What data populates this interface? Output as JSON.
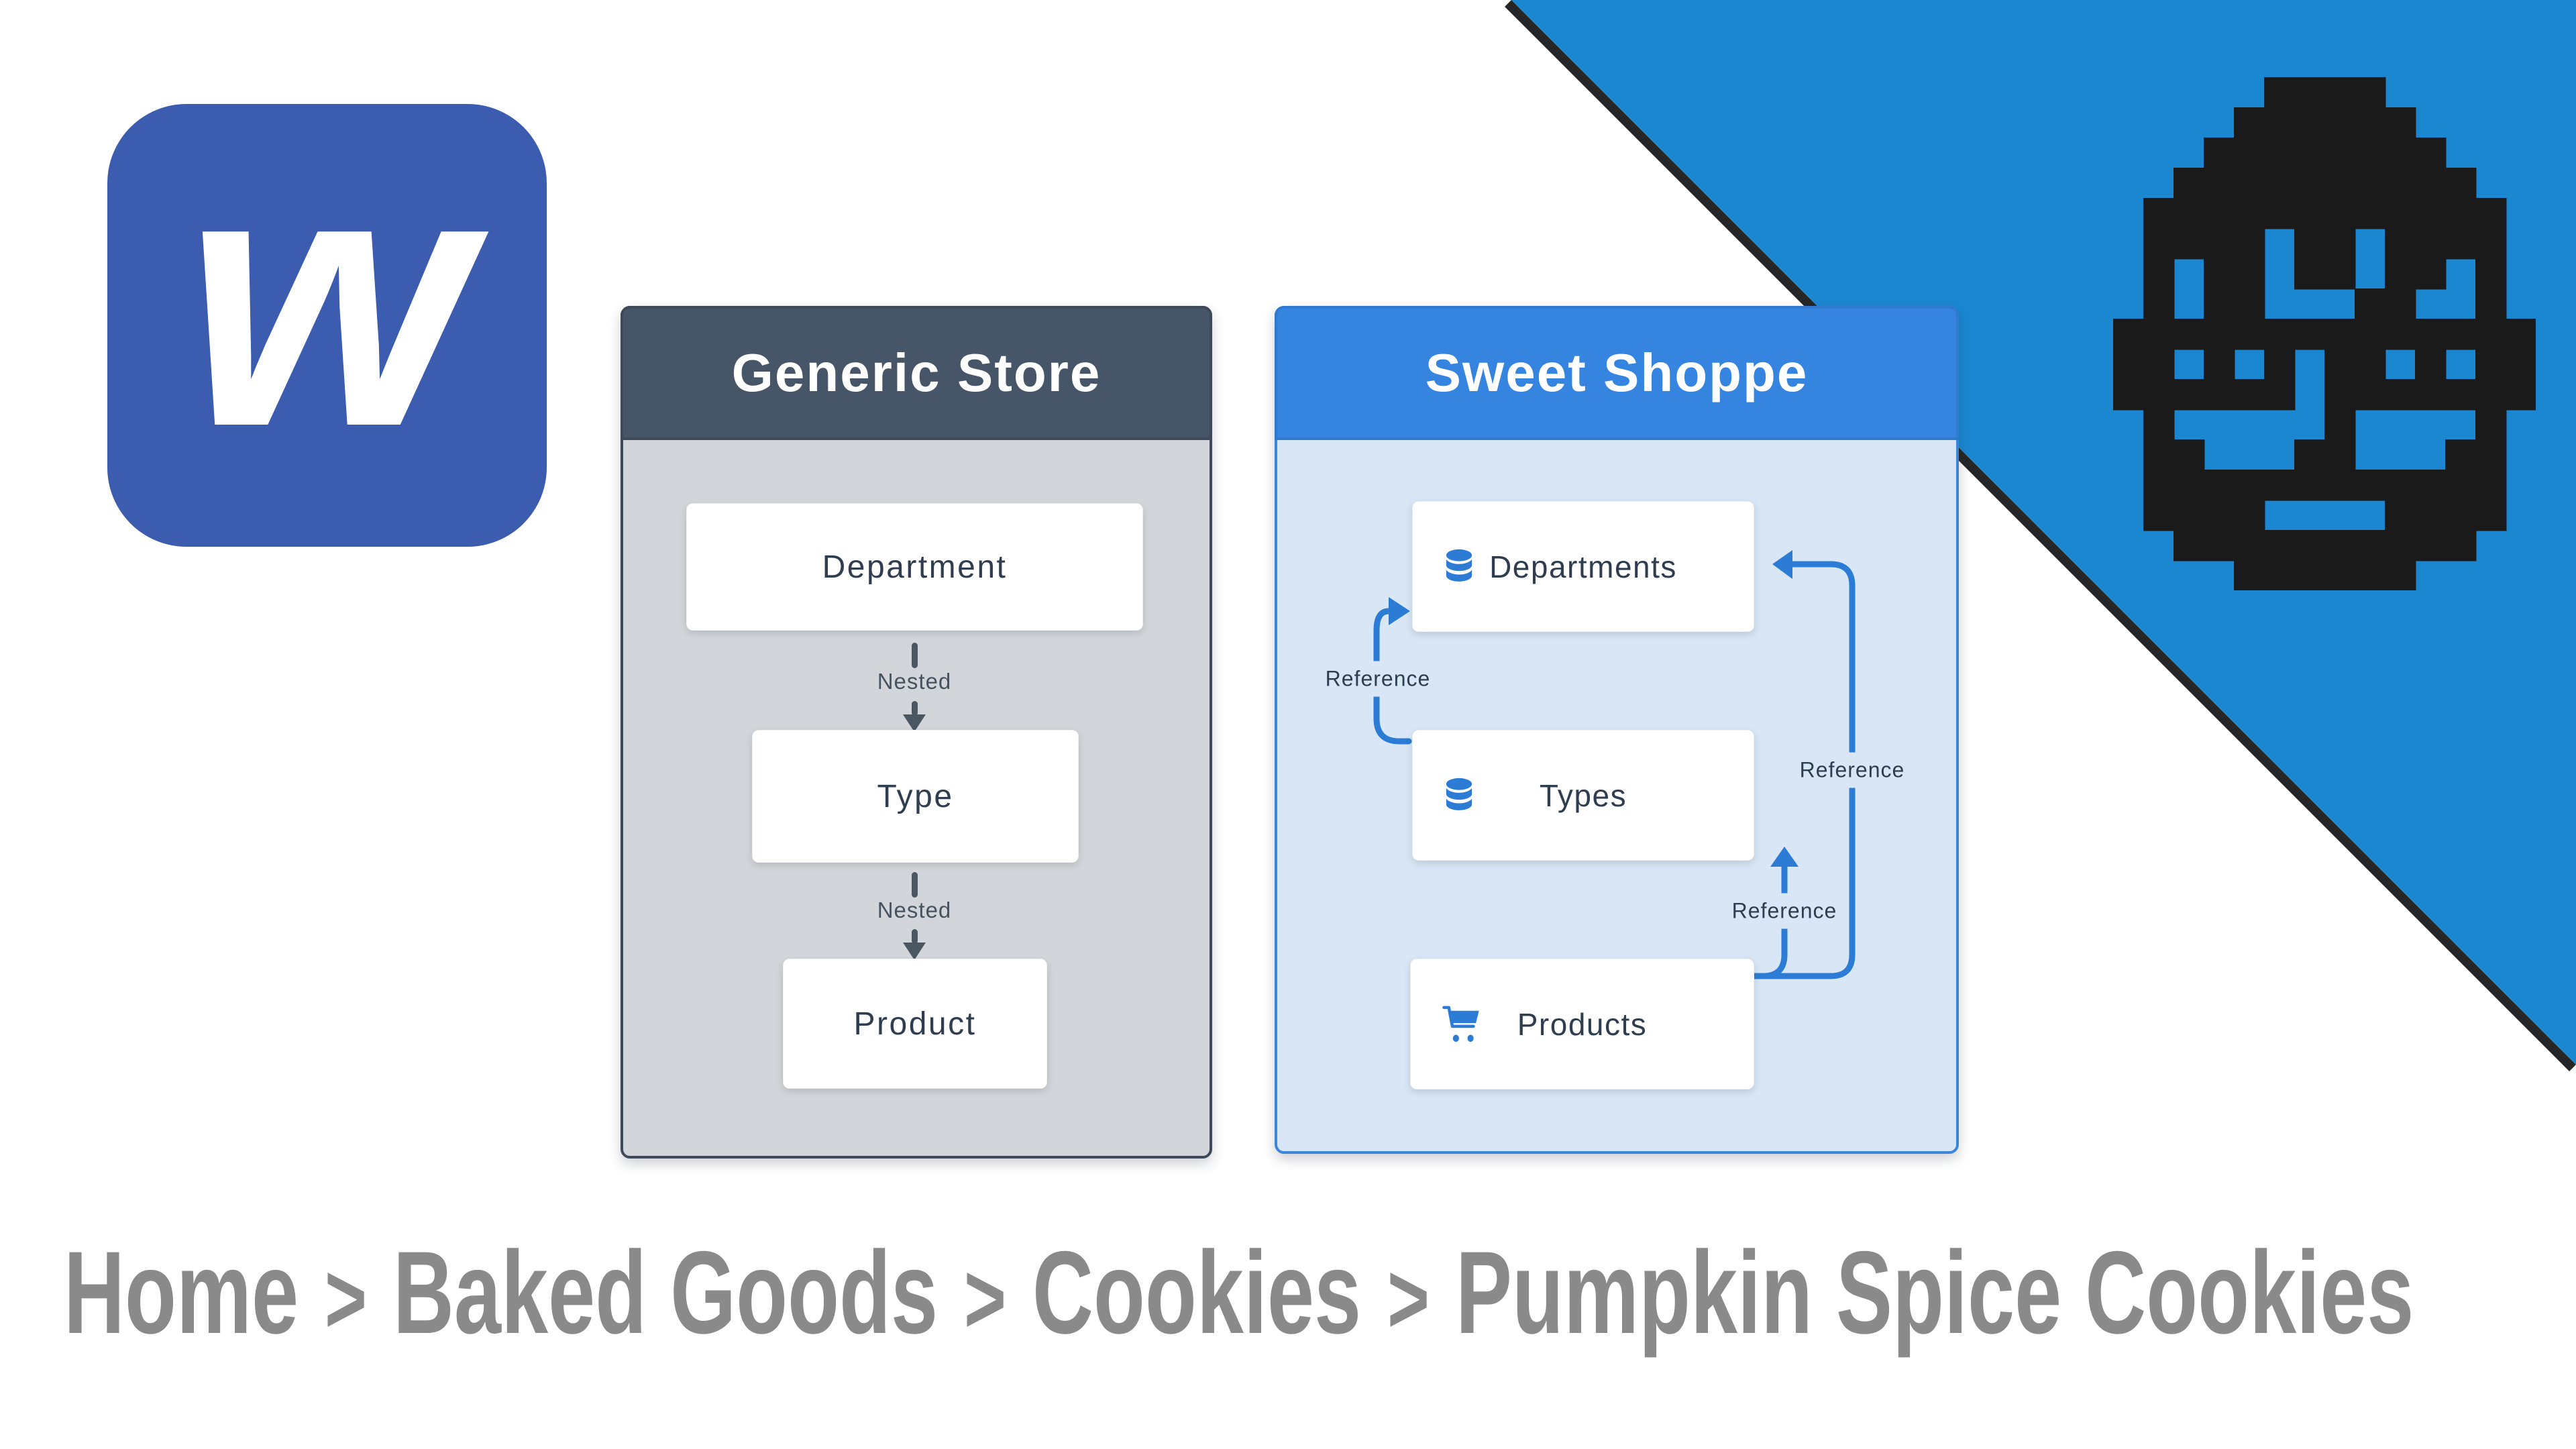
{
  "logo": {
    "letter": "w",
    "brand_color": "#3c5cb0"
  },
  "banner": {
    "color": "#1b87d1",
    "edge_color": "#262626"
  },
  "avatar": {
    "pixel_color": "#1a1a1a",
    "rows": [
      "00000111100000",
      "00001111110000",
      "00011111111000",
      "00111111111100",
      "01111111111110",
      "01111011011110",
      "01011011011010",
      "01011000110010",
      "11111111111111",
      "11010101101011",
      "11111101111111",
      "01000001000010",
      "01100011000110",
      "01111111111110",
      "01111000011110",
      "00111111111100",
      "00001111110000"
    ]
  },
  "panels": {
    "generic": {
      "title": "Generic Store",
      "header_color": "#475568",
      "body_color": "#d2d5d9",
      "connector_label": "Nested",
      "boxes": [
        "Department",
        "Type",
        "Product"
      ]
    },
    "sweet": {
      "title": "Sweet Shoppe",
      "header_color": "#3584e0",
      "body_color": "#d8e6f5",
      "accent_color": "#2c7cd5",
      "reference_label": "Reference",
      "boxes": [
        "Departments",
        "Types",
        "Products"
      ]
    }
  },
  "breadcrumb": {
    "items": [
      "Home",
      "Baked Goods",
      "Cookies",
      "Pumpkin Spice Cookies"
    ],
    "separator": ">"
  }
}
